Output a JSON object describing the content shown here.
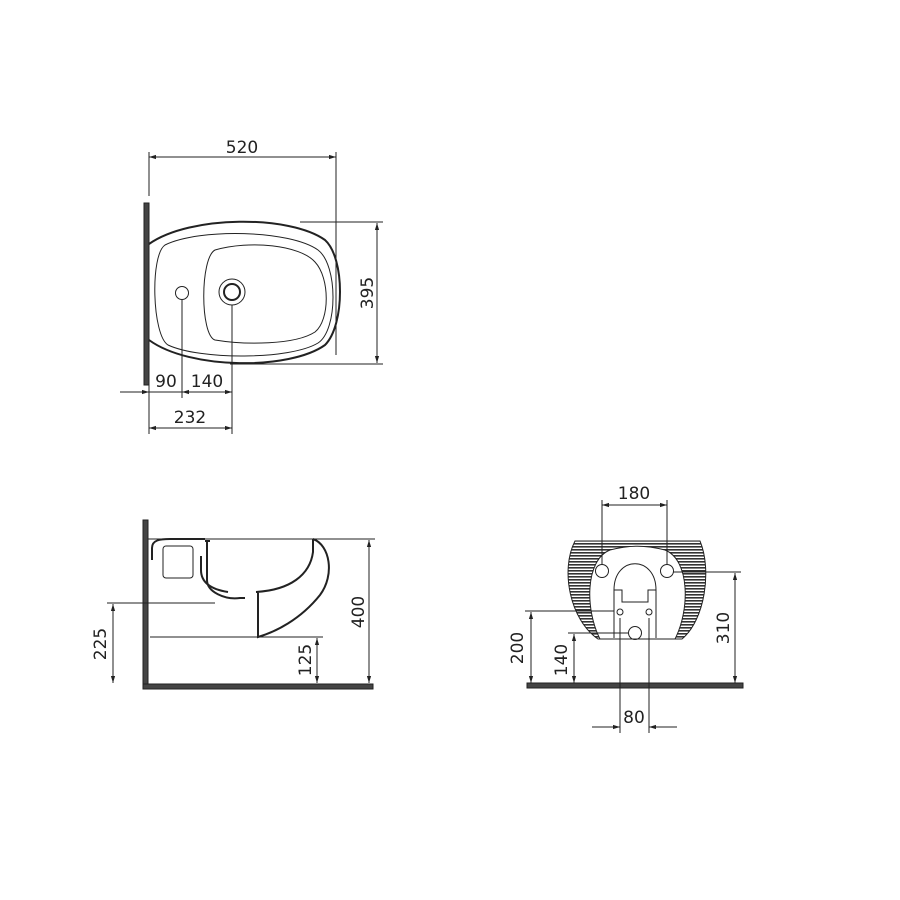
{
  "top_view": {
    "dims": {
      "length": "520",
      "width": "395",
      "hole_offset": "90",
      "hole_spacing": "140",
      "drain_offset": "232"
    }
  },
  "side_view": {
    "dims": {
      "height": "400",
      "waste_height": "225",
      "bottom_clearance": "125"
    }
  },
  "front_view": {
    "dims": {
      "bolt_spacing": "180",
      "bolt_height": "310",
      "supply_height": "200",
      "waste_height": "140",
      "supply_spacing": "80"
    }
  },
  "colors": {
    "line": "#222222",
    "hatch": "#444444"
  }
}
